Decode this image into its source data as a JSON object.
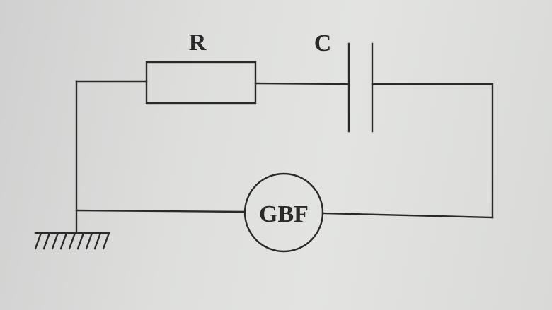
{
  "circuit": {
    "resistor_label": "R",
    "capacitor_label": "C",
    "source_label": "GBF",
    "components": [
      {
        "id": "resistor",
        "type": "resistor",
        "label": "R"
      },
      {
        "id": "capacitor",
        "type": "capacitor",
        "label": "C"
      },
      {
        "id": "generator",
        "type": "function-generator",
        "label": "GBF"
      },
      {
        "id": "ground",
        "type": "ground",
        "label": ""
      }
    ]
  },
  "colors": {
    "ink": "#2a2a2a",
    "paper": "#dedfdd"
  }
}
